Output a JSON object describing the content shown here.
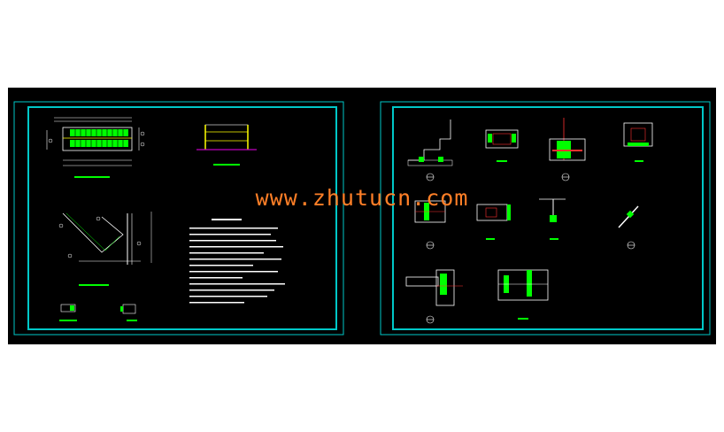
{
  "watermark": "www.zhutucn.com",
  "colors": {
    "background": "#000000",
    "frame": "#00c8c8",
    "title_bar": "#00ff00",
    "stair_fill": "#00ff00",
    "rail": "#ffff00",
    "dims": "#ffffff",
    "marker": "#ff3030",
    "watermark": "#ff7f27",
    "slab": "#c000c0"
  },
  "sheets": [
    {
      "name": "left-sheet"
    },
    {
      "name": "right-sheet"
    }
  ]
}
